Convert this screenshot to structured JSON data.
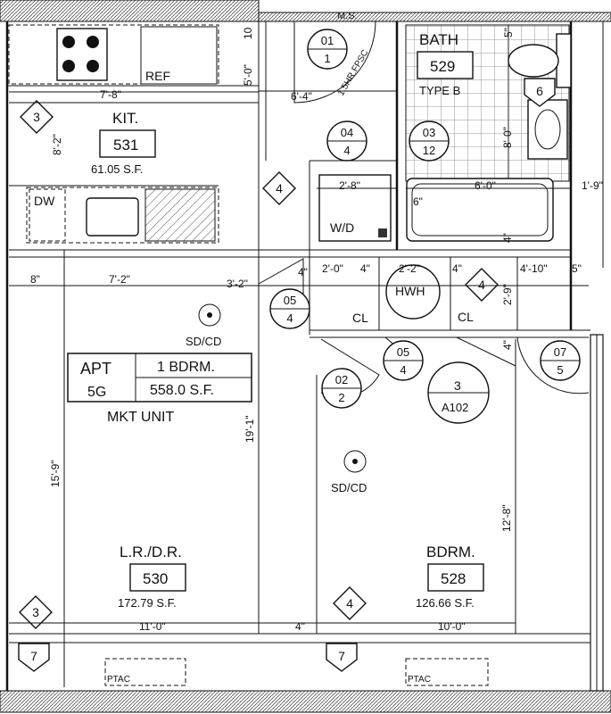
{
  "apt_tag": {
    "label": "APT",
    "number": "5G",
    "type": "1 BDRM.",
    "area": "558.0 S.F."
  },
  "unit_note": "MKT UNIT",
  "rooms": {
    "kit": {
      "name": "KIT.",
      "number": "531",
      "area": "61.05 S.F."
    },
    "lrdr": {
      "name": "L.R./D.R.",
      "number": "530",
      "area": "172.79 S.F."
    },
    "bdrm": {
      "name": "BDRM.",
      "number": "528",
      "area": "126.66 S.F."
    },
    "bath": {
      "name": "BATH",
      "number": "529",
      "type": "TYPE B"
    }
  },
  "fixtures": {
    "ref": "REF",
    "dw": "DW",
    "wd": "W/D",
    "hwh": "HWH",
    "cl": "CL",
    "ptac": "PTAC",
    "sdcd": "SD/CD",
    "ms": "M.S.",
    "fpsc": "1.5HR.FPSC"
  },
  "doors": [
    {
      "top": "01",
      "bottom": "1"
    },
    {
      "top": "04",
      "bottom": "4"
    },
    {
      "top": "03",
      "bottom": "12"
    },
    {
      "top": "05",
      "bottom": "4"
    },
    {
      "top": "02",
      "bottom": "2"
    },
    {
      "top": "05",
      "bottom": "4"
    },
    {
      "top": "07",
      "bottom": "5"
    }
  ],
  "section_ref": {
    "top": "3",
    "bottom": "A102"
  },
  "wall_tags": [
    "3",
    "4",
    "4",
    "3",
    "4",
    "7",
    "7",
    "6"
  ],
  "dims": {
    "kit_width": "7'-8\"",
    "kit_depth": "8'-2\"",
    "ref_depth": "5'-0\"",
    "corridor": "6'-4\"",
    "tick_10": "10",
    "left_8": "8\"",
    "left_72": "7'-2\"",
    "d_32": "3'-2\"",
    "wd_28": "2'-8\"",
    "tub_60": "6'-0\"",
    "tub_6": "6\"",
    "right_19": "1'-9\"",
    "bath_80": "8'-0\"",
    "bath_5": "5\"",
    "cl_4a": "4\"",
    "cl_20": "2'-0\"",
    "cl_4b": "4\"",
    "cl_22": "2'-2\"",
    "cl_4c": "4\"",
    "cl_410": "4'-10\"",
    "cl_5": "5\"",
    "v_4a": "4\"",
    "v_29": "2'-9\"",
    "v_4b": "4\"",
    "h_191": "19'-1\"",
    "h_159": "15'-9\"",
    "h_128": "12'-8\"",
    "w_110": "11'-0\"",
    "w_4": "4\"",
    "w_100": "10'-0\""
  }
}
